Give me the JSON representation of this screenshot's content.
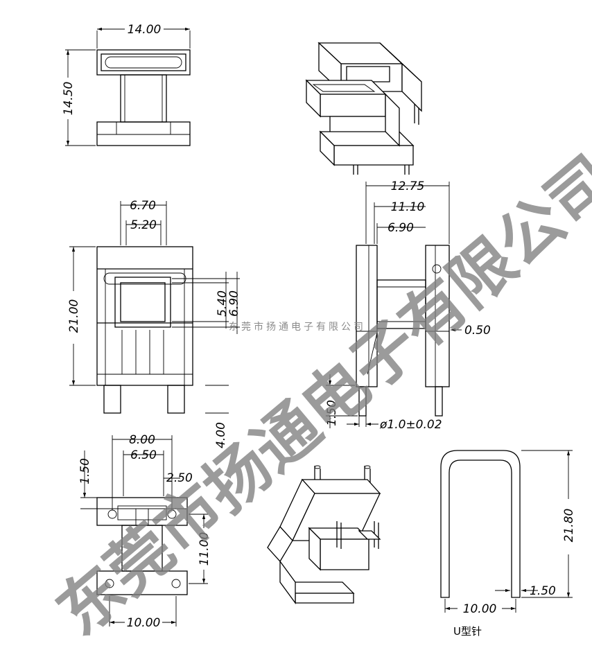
{
  "dimensions": {
    "top_width": "14.00",
    "top_height": "14.50",
    "front_height": "21.00",
    "front_outer_width": "6.70",
    "front_inner_width": "5.20",
    "window_outer_height": "6.90",
    "window_inner_height": "5.40",
    "side_total": "12.75",
    "side_mid": "11.10",
    "side_inner": "6.90",
    "side_wall": "0.50",
    "pin_standoff": "1.50",
    "pin_diameter": "ø1.0±0.02",
    "pin_length": "4.00",
    "bottom_pin_pitch_x": "8.00",
    "bottom_inner": "6.50",
    "bottom_left_offset": "1.50",
    "bottom_pad": "2.50",
    "bottom_height": "11.00",
    "bottom_base_width": "10.00",
    "pin_height": "21.80",
    "pin_width": "10.00",
    "pin_wire": "1.50"
  },
  "labels": {
    "pin_caption": "U型针",
    "watermark_small": "东莞市扬通电子有限公司",
    "watermark_big": "东莞市扬通电子有限公司"
  }
}
